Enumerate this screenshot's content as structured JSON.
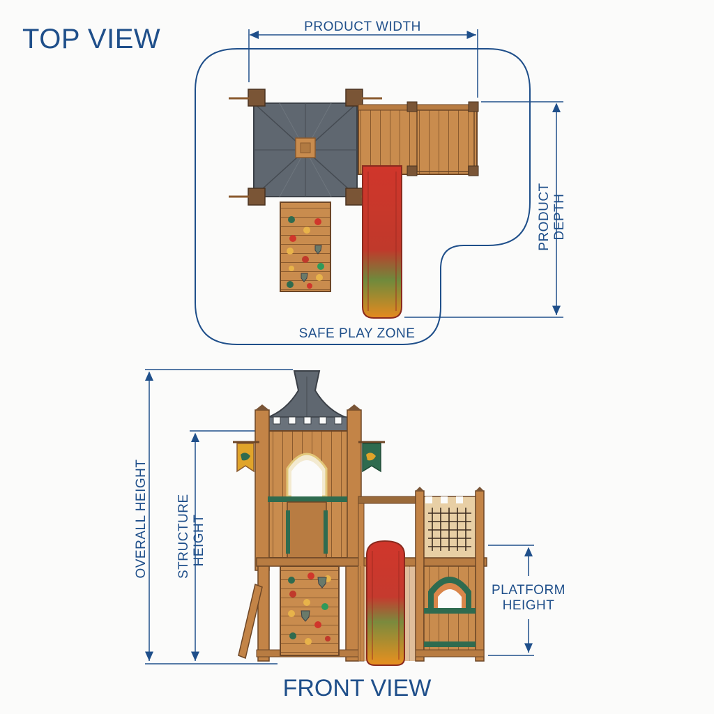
{
  "views": {
    "top_title": "TOP VIEW",
    "front_title": "FRONT VIEW"
  },
  "dimensions": {
    "product_width": "PRODUCT WIDTH",
    "product_depth_1": "PRODUCT",
    "product_depth_2": "DEPTH",
    "safe_play_zone": "SAFE PLAY ZONE",
    "overall_height": "OVERALL HEIGHT",
    "structure_height_1": "STRUCTURE",
    "structure_height_2": "HEIGHT",
    "platform_height_1": "PLATFORM",
    "platform_height_2": "HEIGHT"
  },
  "colors": {
    "dimension_blue": "#1f4f8a",
    "wood": "#c98c4e",
    "wood_dark": "#8a5a2e",
    "roof_slate": "#5f6770",
    "slide_red": "#d0362b",
    "slide_orange": "#e58a1f",
    "trim_green": "#2f6b4f"
  }
}
